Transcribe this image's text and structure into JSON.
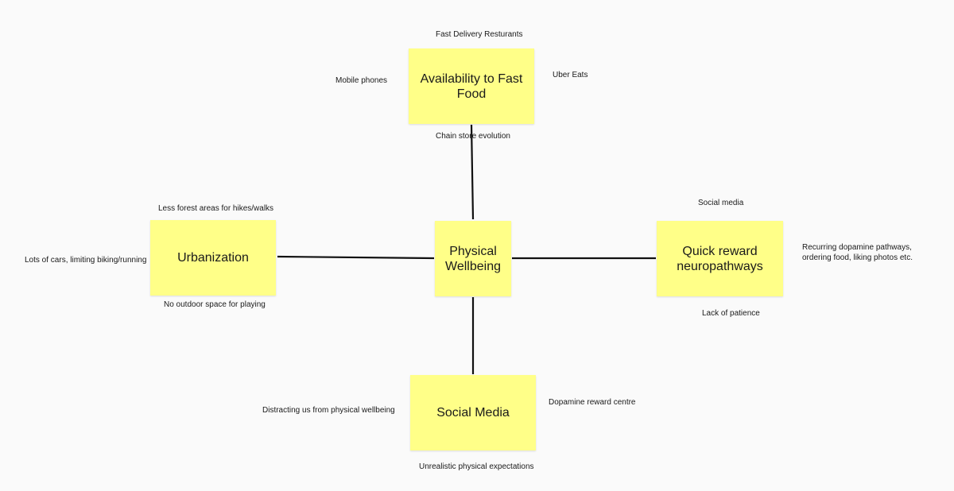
{
  "board": {
    "center": {
      "label": "Physical Wellbeing"
    },
    "stickies": {
      "top": {
        "label": "Availability to Fast Food"
      },
      "left": {
        "label": "Urbanization"
      },
      "right": {
        "label": "Quick reward neuropathways"
      },
      "bottom": {
        "label": "Social Media"
      }
    },
    "notes": {
      "top_above": "Fast Delivery Resturants",
      "top_left": "Mobile phones",
      "top_right": "Uber Eats",
      "top_below": "Chain store evolution",
      "left_above": "Less forest areas for hikes/walks",
      "left_left": "Lots of cars, limiting biking/running",
      "left_below": "No outdoor space for playing",
      "right_above": "Social media",
      "right_right_line1": "Recurring dopamine pathways,",
      "right_right_line2": "ordering food, liking photos etc.",
      "right_below": "Lack of patience",
      "bottom_left": "Distracting us from physical wellbeing",
      "bottom_right": "Dopamine reward centre",
      "bottom_below": "Unrealistic physical expectations"
    },
    "colors": {
      "sticky": "#ffff88",
      "connector": "#111111",
      "background": "#fafafa"
    }
  }
}
